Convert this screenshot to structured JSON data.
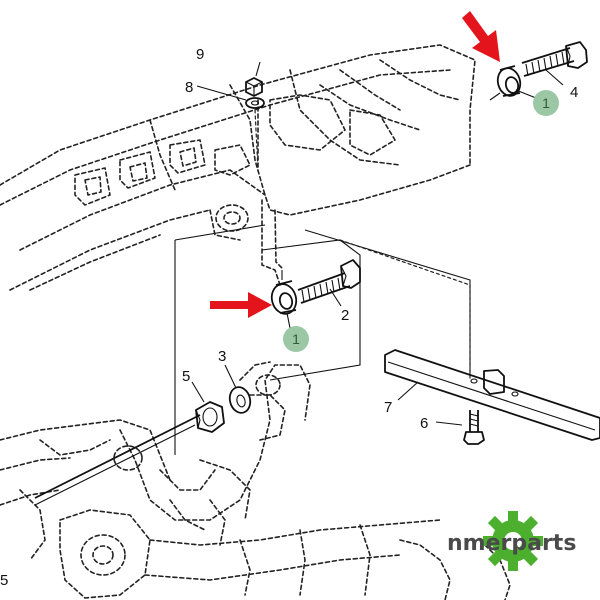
{
  "callouts": {
    "c1_top": "1",
    "c1_mid": "1",
    "c2": "2",
    "c3": "3",
    "c4": "4",
    "c5": "5",
    "c5_edge": "5",
    "c6": "6",
    "c7": "7",
    "c8": "8",
    "c9": "9"
  },
  "logo": {
    "text": "nmerparts",
    "gear_color": "#4caf2e",
    "text_color": "#4a4a4a"
  },
  "colors": {
    "highlight_arrow": "#e3141b",
    "badge": "#9cc7a4"
  }
}
